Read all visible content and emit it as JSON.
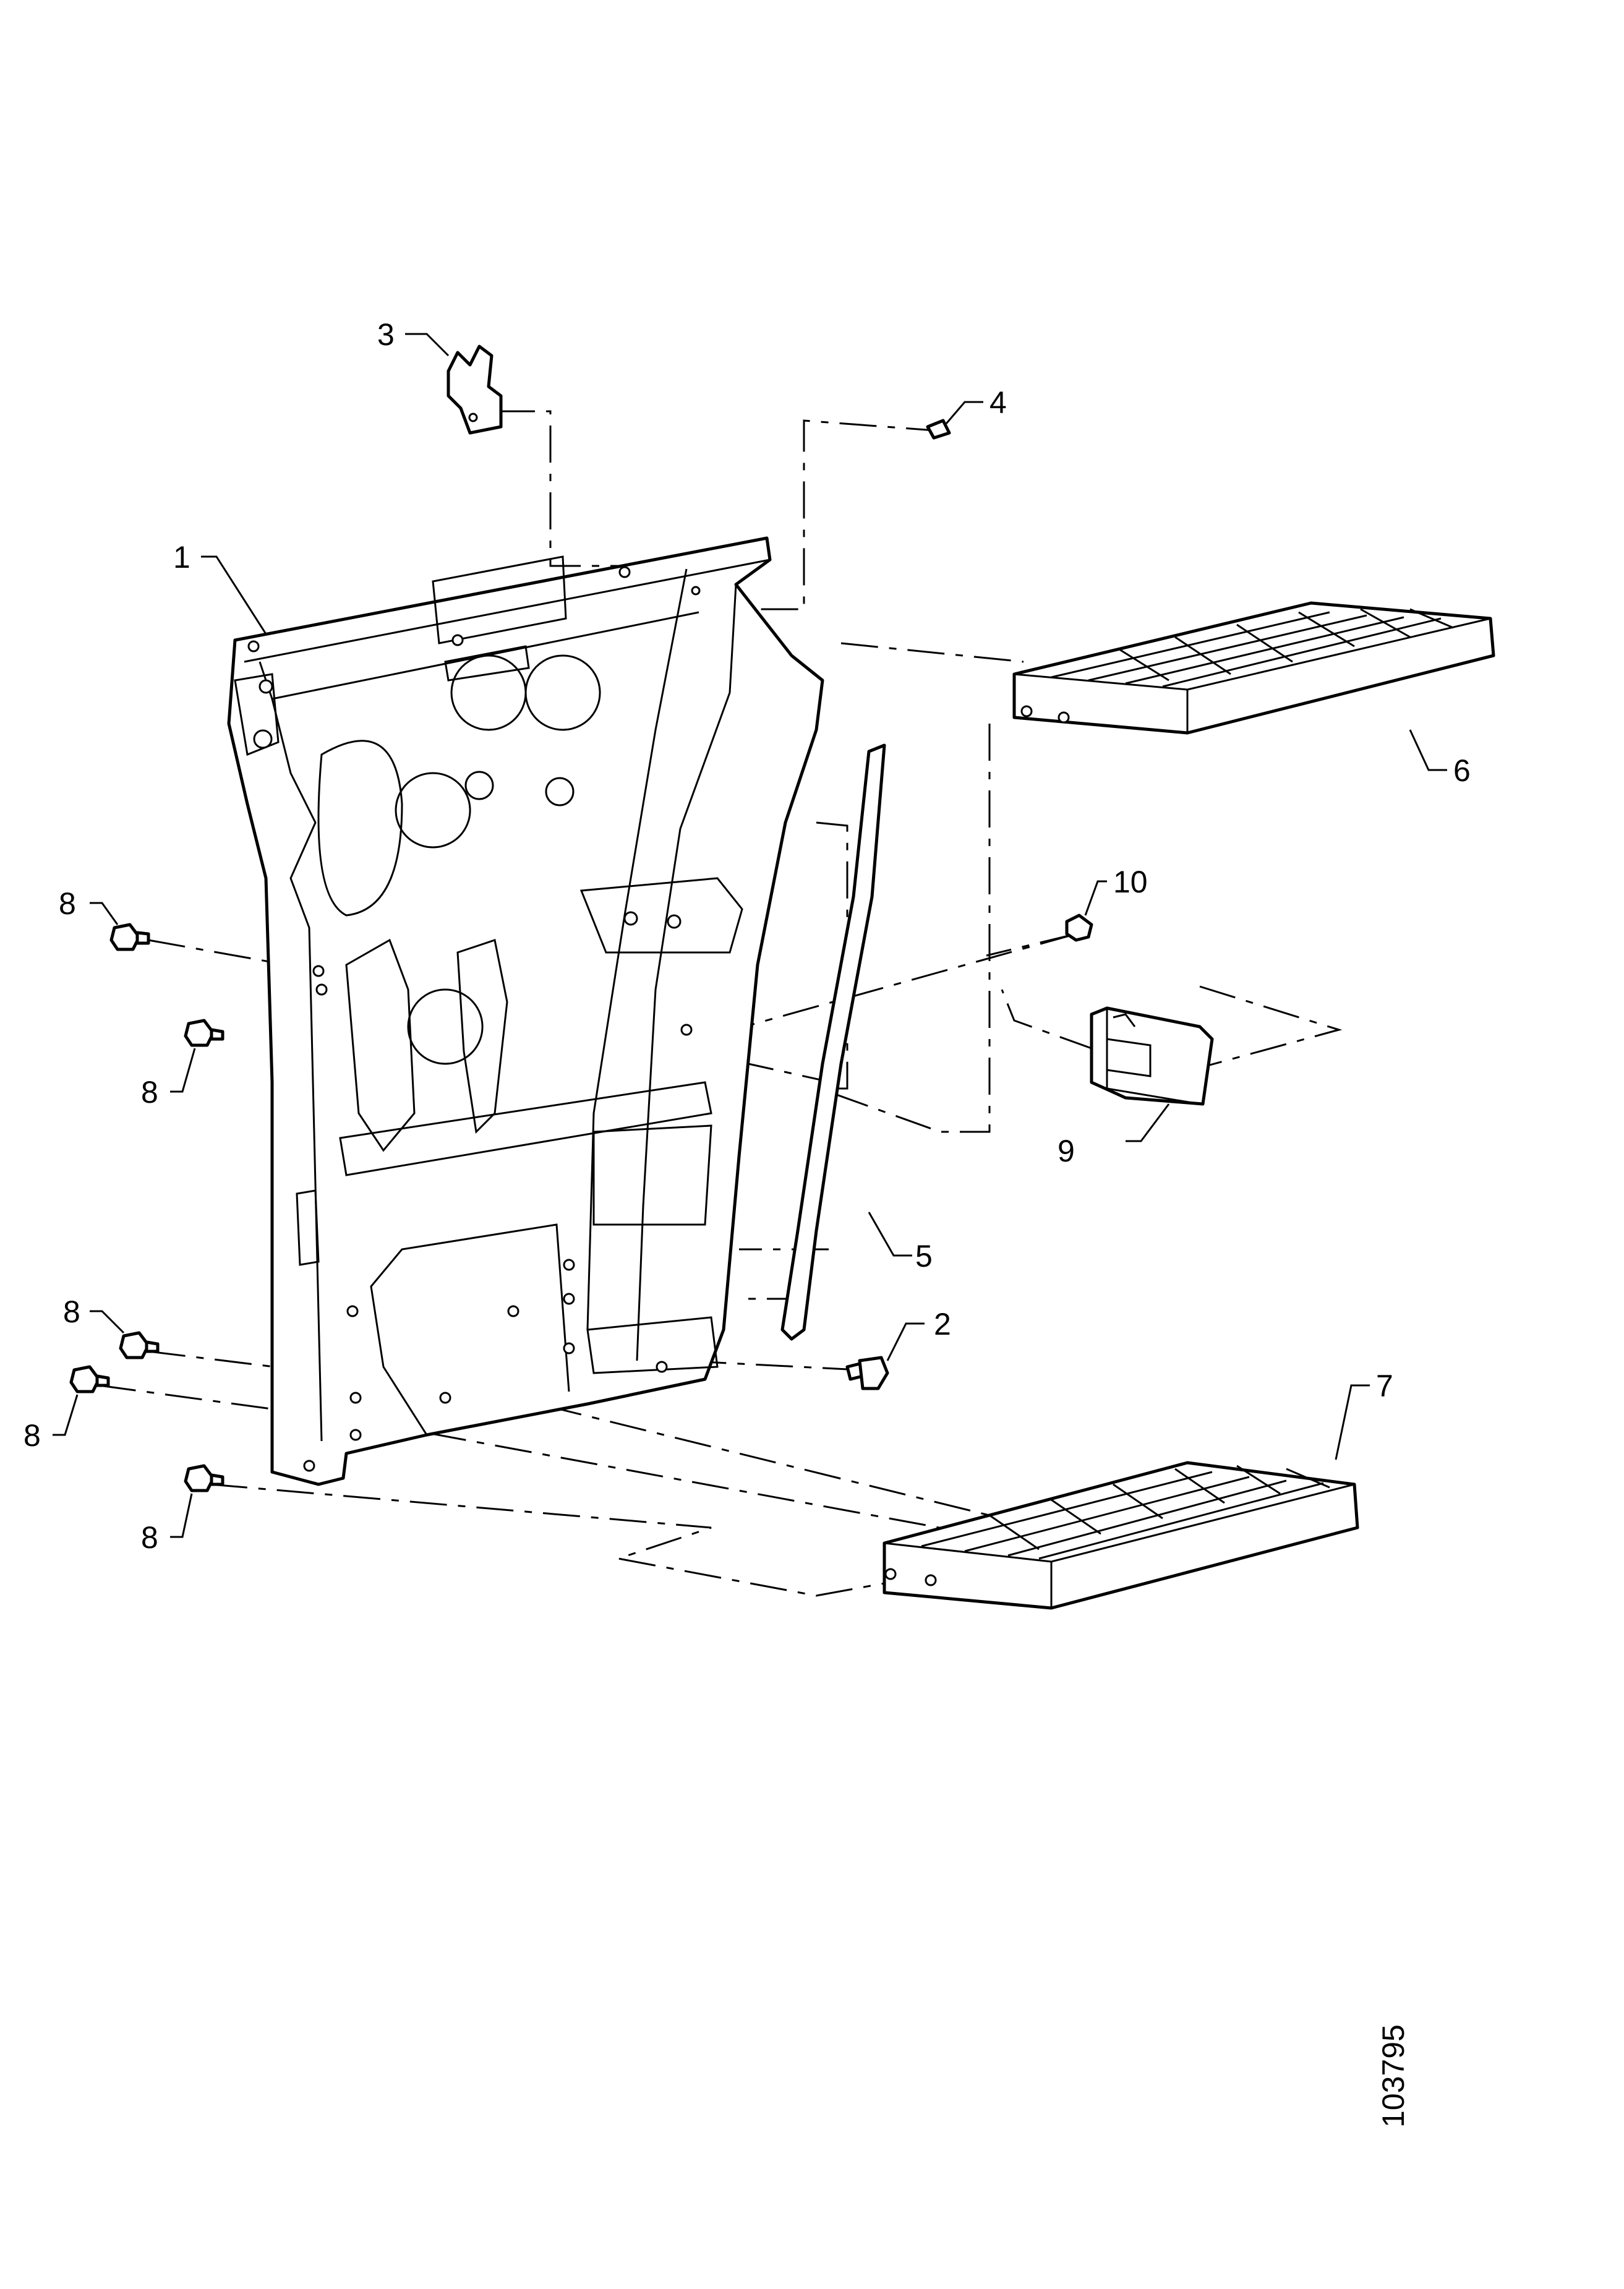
{
  "drawing": {
    "reference_number": "103795",
    "callouts": [
      "1",
      "2",
      "3",
      "4",
      "5",
      "6",
      "7",
      "8",
      "8",
      "8",
      "8",
      "8",
      "9",
      "10"
    ]
  }
}
